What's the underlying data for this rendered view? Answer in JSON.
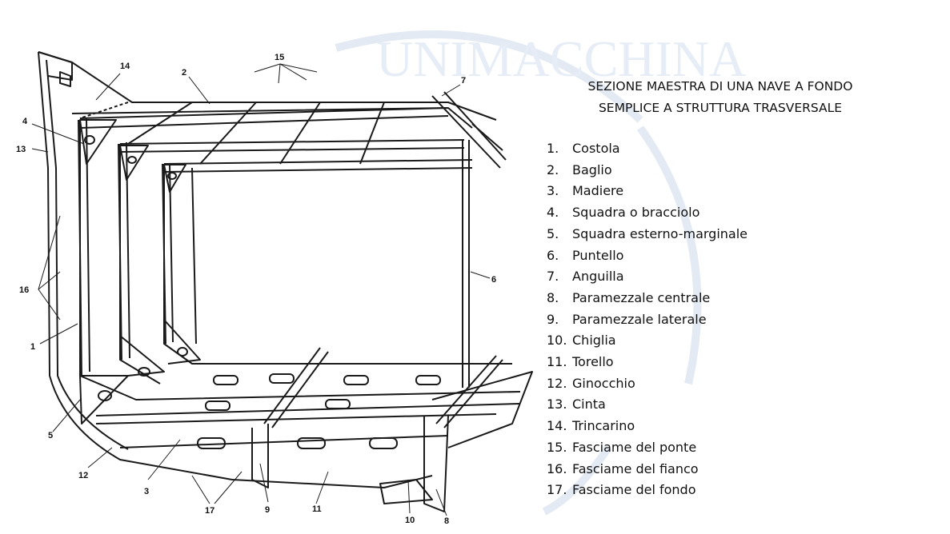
{
  "title": {
    "line1": "SEZIONE MAESTRA DI UNA NAVE A FONDO",
    "line2": "SEMPLICE A STRUTTURA TRASVERSALE"
  },
  "watermark": {
    "text": "UNIMACCHINA",
    "color": "#dfe7f2"
  },
  "legend": [
    {
      "num": "1.",
      "label": "Costola"
    },
    {
      "num": "2.",
      "label": "Baglio"
    },
    {
      "num": "3.",
      "label": "Madiere"
    },
    {
      "num": "4.",
      "label": "Squadra o bracciolo"
    },
    {
      "num": "5.",
      "label": "Squadra esterno-marginale"
    },
    {
      "num": "6.",
      "label": "Puntello"
    },
    {
      "num": "7.",
      "label": "Anguilla"
    },
    {
      "num": "8.",
      "label": "Paramezzale centrale"
    },
    {
      "num": "9.",
      "label": "Paramezzale laterale"
    },
    {
      "num": "10.",
      "label": "Chiglia"
    },
    {
      "num": "11.",
      "label": "Torello"
    },
    {
      "num": "12.",
      "label": "Ginocchio"
    },
    {
      "num": "13.",
      "label": "Cinta"
    },
    {
      "num": "14.",
      "label": "Trincarino"
    },
    {
      "num": "15.",
      "label": "Fasciame del ponte"
    },
    {
      "num": "16.",
      "label": "Fasciame del fianco"
    },
    {
      "num": "17.",
      "label": "Fasciame del fondo"
    }
  ],
  "callouts": {
    "c1": "1",
    "c2": "2",
    "c3": "3",
    "c4": "4",
    "c5": "5",
    "c6": "6",
    "c7": "7",
    "c8": "8",
    "c9": "9",
    "c10": "10",
    "c11": "11",
    "c12": "12",
    "c13": "13",
    "c14": "14",
    "c15": "15",
    "c16": "16",
    "c17": "17"
  }
}
